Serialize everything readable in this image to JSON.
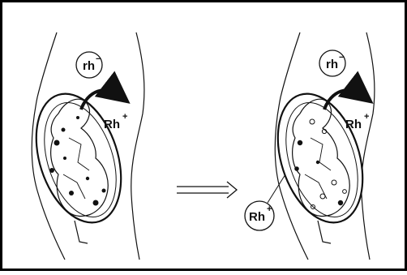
{
  "labels": {
    "mother_left": "rh",
    "mother_left_sup": "−",
    "fetus_left": "Rh",
    "fetus_left_sup": "+",
    "mother_right": "rh",
    "mother_right_sup": "−",
    "fetus_right": "Rh",
    "fetus_right_sup": "+",
    "antibody_right": "Rh",
    "antibody_right_sup": "+"
  },
  "colors": {
    "ink": "#111111",
    "background": "#ffffff",
    "frame": "#000000"
  },
  "icons": [
    "double-arrow-icon",
    "curved-arrow-icon"
  ]
}
